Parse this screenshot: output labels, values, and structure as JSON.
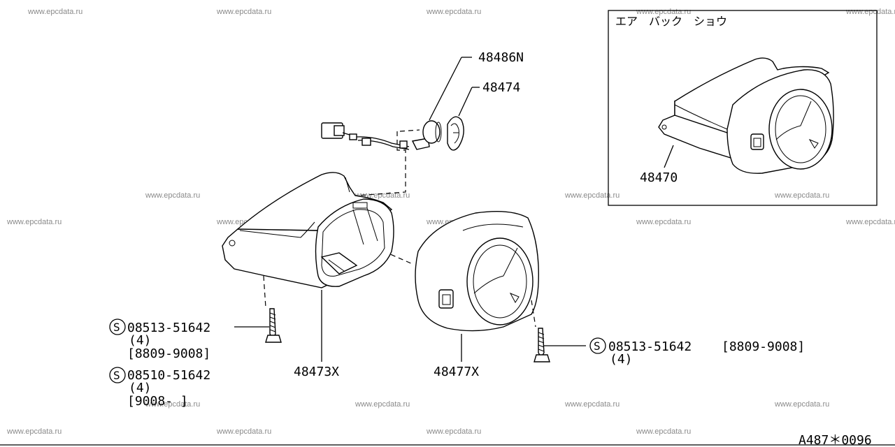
{
  "watermark": "www.epcdata.ru",
  "inset": {
    "title": "エア　バック　ショウ",
    "part_label": "48470"
  },
  "labels": {
    "connector": "48486N",
    "bulb": "48474",
    "lower_cover": "48473X",
    "upper_cover": "48477X"
  },
  "screws_left": [
    {
      "symbol": "S",
      "part_no": "08513-51642",
      "qty": "(4)",
      "range": "[8809-9008]"
    },
    {
      "symbol": "S",
      "part_no": "08510-51642",
      "qty": "(4)",
      "range": "[9008-  ]"
    }
  ],
  "screw_right": {
    "symbol": "S",
    "part_no": "08513-51642",
    "range": "[8809-9008]",
    "qty": "(4)"
  },
  "diagram_code": "A487＊0096"
}
